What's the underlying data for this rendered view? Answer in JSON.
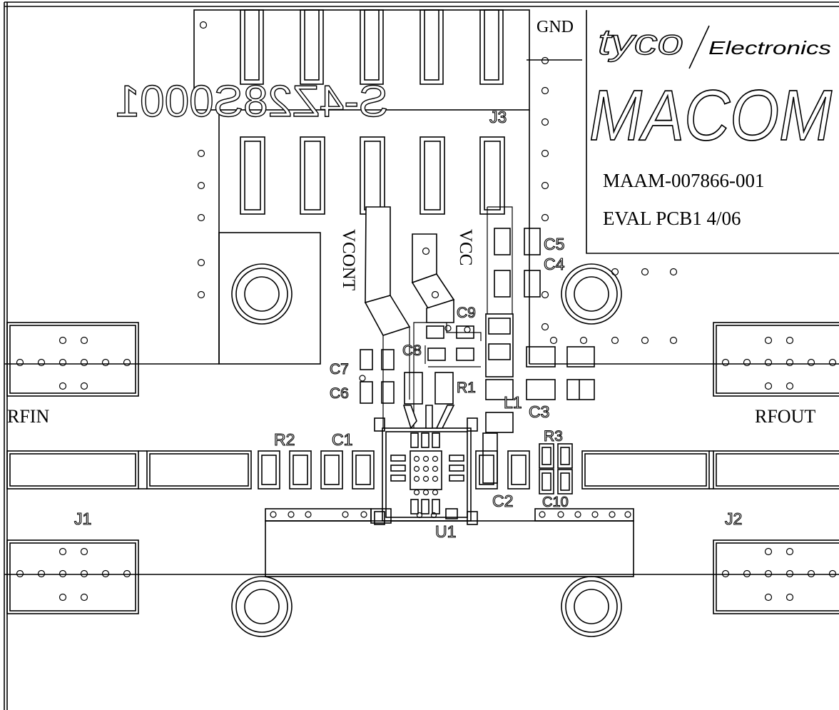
{
  "board": {
    "company": "tyco",
    "company_suffix": "Electronics",
    "brand": "MACOM",
    "part_number": "MAAM-007866-001",
    "revision": "EVAL PCB1  4/06",
    "mirrored_code": "S-4Z28S0001"
  },
  "signals": {
    "gnd": "GND",
    "vcont": "VCONT",
    "vcc": "VCC",
    "rfin": "RFIN",
    "rfout": "RFOUT"
  },
  "refdes": {
    "j1": "J1",
    "j2": "J2",
    "j3": "J3",
    "u1": "U1",
    "r1": "R1",
    "r2": "R2",
    "r3": "R3",
    "l1": "L1",
    "c1": "C1",
    "c2": "C2",
    "c3": "C3",
    "c4": "C4",
    "c5": "C5",
    "c6": "C6",
    "c7": "C7",
    "c8": "C8",
    "c9": "C9",
    "c10": "C10"
  }
}
